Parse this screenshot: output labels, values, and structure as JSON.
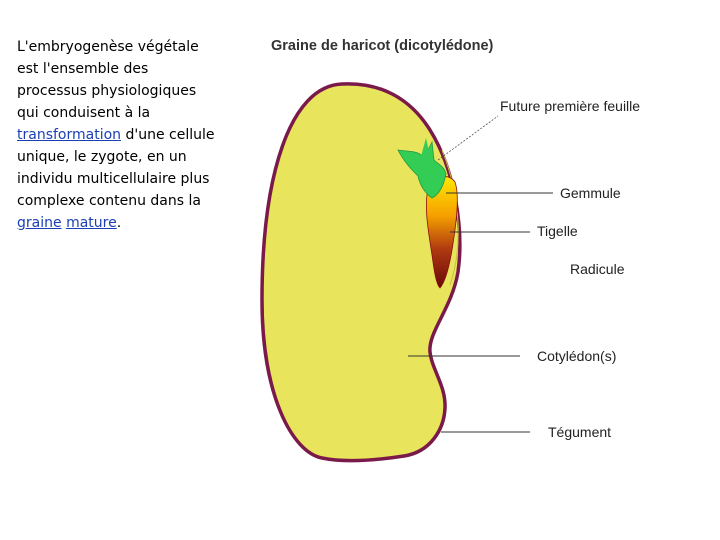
{
  "intro": {
    "p1": "L'embryogenèse ",
    "p2": "végétale",
    "p3": " est l'ensemble des processus physiologiques qui conduisent à la ",
    "link_transformation": "transformation",
    "p4": " d'une cellule unique, le zygote, en un individu multicellulaire plus complexe contenu dans la ",
    "link_graine": "graine",
    "link_mature": "mature",
    "p5": "."
  },
  "diagram": {
    "title": "Graine de haricot (dicotylédone)",
    "labels": {
      "future_leaf": "Future première feuille",
      "gemmule": "Gemmule",
      "tigelle": "Tigelle",
      "radicule": "Radicule",
      "cotyledon": "Cotylédon(s)",
      "tegument": "Tégument"
    },
    "colors": {
      "seed_fill": "#e8e45c",
      "seed_outline": "#7a1a4a",
      "leaf": "#33cc55",
      "embryo_dark": "#7a0a0a"
    }
  }
}
